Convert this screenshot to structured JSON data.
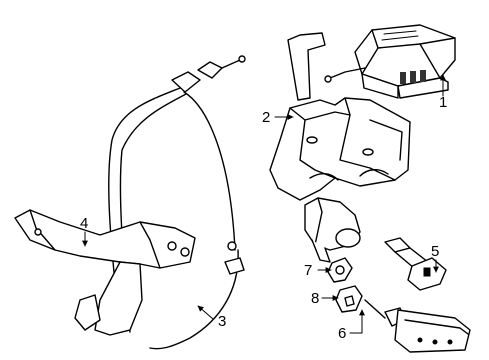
{
  "callouts": [
    {
      "label": "1"
    },
    {
      "label": "2"
    },
    {
      "label": "3"
    },
    {
      "label": "4"
    },
    {
      "label": "5"
    },
    {
      "label": "6"
    },
    {
      "label": "7"
    },
    {
      "label": "8"
    }
  ],
  "colors": {
    "background": "#ffffff",
    "ink": "#000000"
  }
}
